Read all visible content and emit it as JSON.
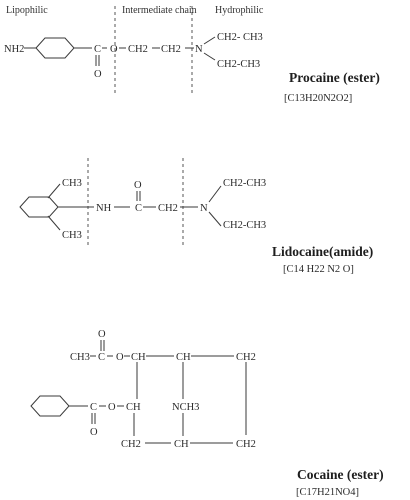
{
  "headers": {
    "lipophilic": "Lipophilic",
    "intermediate": "Intermediate chain",
    "hydrophilic": "Hydrophilic"
  },
  "procaine": {
    "nh2": "NH2",
    "carbonyl_c": "C",
    "ester_o": "O",
    "carbonyl_o": "O",
    "ch2_a": "CH2",
    "ch2_b": "CH2",
    "n": "N",
    "ethyl_1": "CH2- CH3",
    "ethyl_2": "CH2-CH3",
    "name": "Procaine (ester)",
    "formula": "[C13H20N2O2]"
  },
  "lidocaine": {
    "ch3_top": "CH3",
    "ch3_bottom": "CH3",
    "nh": "NH",
    "carbonyl_c": "C",
    "carbonyl_o": "O",
    "ch2": "CH2",
    "n": "N",
    "ethyl_1": "CH2-CH3",
    "ethyl_2": "CH2-CH3",
    "name": "Lidocaine(amide)",
    "formula": "[C14 H22 N2 O]"
  },
  "cocaine": {
    "top_carbonyl_o": "O",
    "ch3": "CH3",
    "top_c": "C",
    "top_o": "O",
    "ch_1": "CH",
    "ch_2": "CH",
    "ch2_1": "CH2",
    "benzoyl_c": "C",
    "benzoyl_o": "O",
    "ch_3": "CH",
    "nch3": "NCH3",
    "bottom_carbonyl_o": "O",
    "ch2_2": "CH2",
    "ch_4": "CH",
    "ch2_3": "CH2",
    "name": "Cocaine (ester)",
    "formula": "[C17H21NO4]"
  }
}
